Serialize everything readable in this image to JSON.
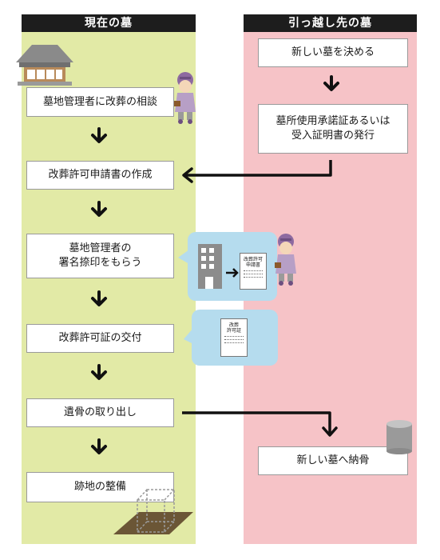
{
  "headers": {
    "left": "現在の墓",
    "right": "引っ越し先の墓"
  },
  "left_steps": [
    "墓地管理者に改葬の相談",
    "改葬許可申請書の作成",
    [
      "墓地管理者の",
      "署名捺印をもらう"
    ],
    "改葬許可証の交付",
    "遺骨の取り出し",
    "跡地の整備"
  ],
  "right_steps": [
    "新しい墓を決める",
    [
      "墓所使用承諾証あるいは",
      "受入証明書の発行"
    ],
    "新しい墓へ納骨"
  ],
  "docs": {
    "application": [
      "改葬許可",
      "申請書"
    ],
    "permit": [
      "改葬",
      "許可証"
    ]
  },
  "colors": {
    "left_bg": "#e2eaa6",
    "right_bg": "#f6c3c7",
    "header": "#1d1d1d",
    "bubble": "#b5dcee"
  }
}
